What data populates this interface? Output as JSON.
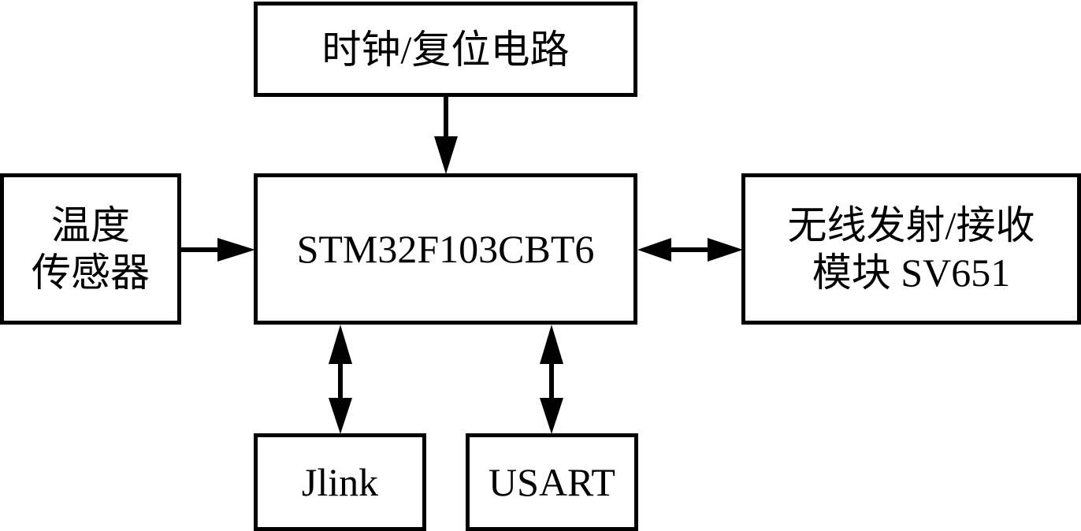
{
  "diagram": {
    "type": "block-diagram",
    "nodes": {
      "clock": {
        "label": "时钟/复位电路"
      },
      "mcu": {
        "label": "STM32F103CBT6"
      },
      "sensor": {
        "label": "温度\n传感器"
      },
      "wireless": {
        "label": "无线发射/接收\n模块 SV651"
      },
      "jlink": {
        "label": "Jlink"
      },
      "usart": {
        "label": "USART"
      }
    },
    "edges": [
      {
        "from": "clock",
        "to": "mcu",
        "direction": "one-way"
      },
      {
        "from": "sensor",
        "to": "mcu",
        "direction": "one-way"
      },
      {
        "from": "mcu",
        "to": "wireless",
        "direction": "two-way"
      },
      {
        "from": "mcu",
        "to": "jlink",
        "direction": "two-way"
      },
      {
        "from": "mcu",
        "to": "usart",
        "direction": "two-way"
      }
    ],
    "colors": {
      "stroke": "#000000",
      "background": "#ffffff"
    }
  }
}
